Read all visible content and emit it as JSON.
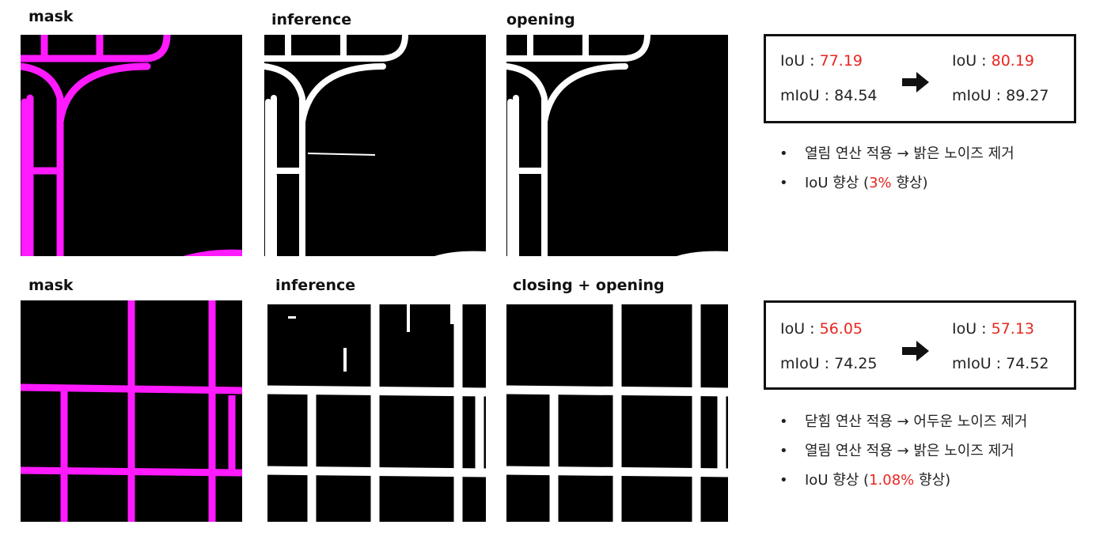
{
  "row1": {
    "titles": [
      "mask",
      "inference",
      "opening"
    ],
    "metrics": {
      "before": {
        "iou_label": "IoU : ",
        "iou_value": "77.19",
        "miou_text": "mIoU : 84.54"
      },
      "after": {
        "iou_label": "IoU : ",
        "iou_value": "80.19",
        "miou_text": "mIoU : 89.27"
      }
    },
    "bullets": [
      {
        "pre": "열림 연산 적용 → 밝은 노이즈 제거",
        "hl": "",
        "post": ""
      },
      {
        "pre": "IoU 향상 (",
        "hl": "3%",
        "post": " 향상)"
      }
    ]
  },
  "row2": {
    "titles": [
      "mask",
      "inference",
      "closing + opening"
    ],
    "metrics": {
      "before": {
        "iou_label": "IoU : ",
        "iou_value": "56.05",
        "miou_text": "mIoU : 74.25"
      },
      "after": {
        "iou_label": "IoU : ",
        "iou_value": "57.13",
        "miou_text": "mIoU : 74.52"
      }
    },
    "bullets": [
      {
        "pre": "닫힘 연산 적용 → 어두운 노이즈 제거",
        "hl": "",
        "post": ""
      },
      {
        "pre": "열림 연산 적용 → 밝은 노이즈 제거",
        "hl": "",
        "post": ""
      },
      {
        "pre": "IoU 향상 (",
        "hl": "1.08%",
        "post": " 향상)"
      }
    ]
  },
  "colors": {
    "mask_road": "#ff1aff",
    "pred_road": "#ffffff",
    "background": "#000000",
    "highlight": "#e8261f"
  },
  "icons": {
    "arrow": "arrow-right-icon",
    "bullet": "bullet-dot"
  }
}
